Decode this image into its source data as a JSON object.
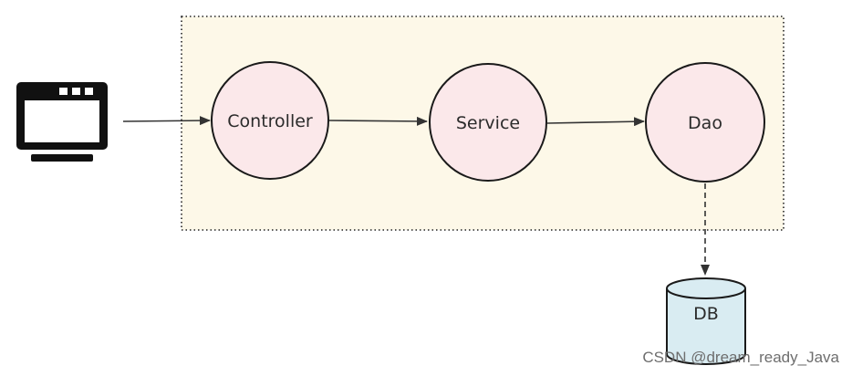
{
  "nodes": {
    "controller": "Controller",
    "service": "Service",
    "dao": "Dao",
    "db": "DB"
  },
  "watermark": "CSDN @dream_ready_Java",
  "colors": {
    "container_fill": "#fdf8e8",
    "node_fill": "#fbe8ea",
    "db_fill": "#d9ecf2",
    "stroke": "#1a1a1a"
  },
  "icons": {
    "client": "browser-window-icon",
    "database": "database-cylinder-icon"
  }
}
